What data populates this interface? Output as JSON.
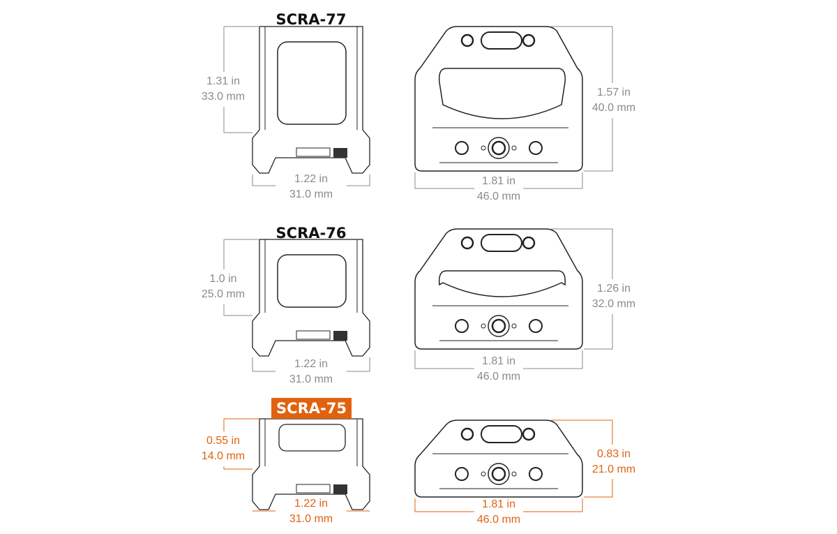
{
  "accent_color": "#e0620f",
  "line_color": "#8a8a8a",
  "models": [
    {
      "name": "SCRA-77",
      "highlight": false,
      "side_height": {
        "in": "1.31 in",
        "mm": "33.0 mm"
      },
      "side_width": {
        "in": "1.22 in",
        "mm": "31.0 mm"
      },
      "front_height": {
        "in": "1.57 in",
        "mm": "40.0 mm"
      },
      "front_width": {
        "in": "1.81 in",
        "mm": "46.0 mm"
      }
    },
    {
      "name": "SCRA-76",
      "highlight": false,
      "side_height": {
        "in": "1.0 in",
        "mm": "25.0 mm"
      },
      "side_width": {
        "in": "1.22 in",
        "mm": "31.0 mm"
      },
      "front_height": {
        "in": "1.26 in",
        "mm": "32.0 mm"
      },
      "front_width": {
        "in": "1.81 in",
        "mm": "46.0 mm"
      }
    },
    {
      "name": "SCRA-75",
      "highlight": true,
      "side_height": {
        "in": "0.55 in",
        "mm": "14.0 mm"
      },
      "side_width": {
        "in": "1.22 in",
        "mm": "31.0 mm"
      },
      "front_height": {
        "in": "0.83 in",
        "mm": "21.0 mm"
      },
      "front_width": {
        "in": "1.81 in",
        "mm": "46.0 mm"
      }
    }
  ]
}
